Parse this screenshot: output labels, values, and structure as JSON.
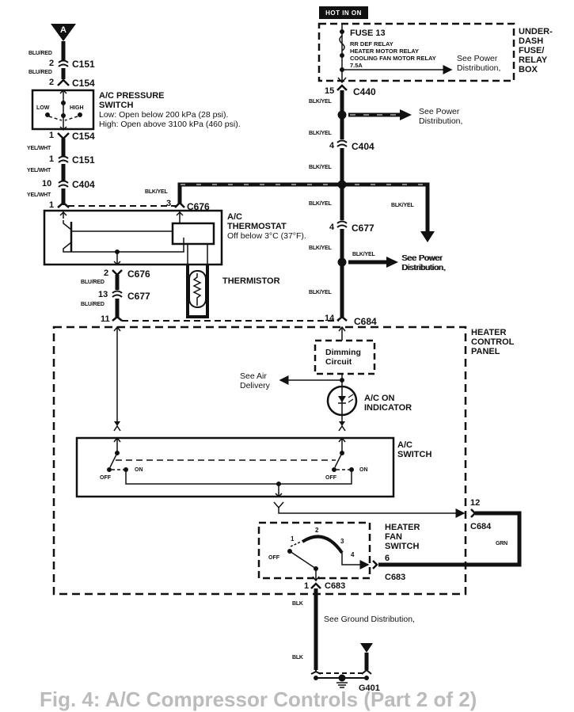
{
  "diagram": {
    "title": "A/C Compressor Control Circuit (partial)",
    "bottom_caption": "Fig. 4: A/C Compressor Controls (Part 2 of 2)",
    "colors": {
      "ink": "#111111",
      "background": "#ffffff"
    },
    "power_source": {
      "badge": "HOT IN ON"
    },
    "fuse_box": {
      "fuse": "FUSE 13",
      "fuse_loads": [
        "RR DEF RELAY",
        "HEATER MOTOR RELAY",
        "COOLING FAN MOTOR RELAY",
        "7.5A"
      ],
      "note": "See Power Distribution,",
      "name": [
        "UNDER-",
        "DASH",
        "FUSE/",
        "RELAY",
        "BOX"
      ]
    },
    "connector_a": "A",
    "left_branch": {
      "wire_blu_red": "BLU/RED",
      "wire_yel_wht": "YEL/WHT",
      "c151_top": {
        "pin": "2",
        "name": "C151"
      },
      "c154_top": {
        "pin": "2",
        "name": "C154"
      },
      "c154_bot": {
        "pin": "1",
        "name": "C154"
      },
      "c151_bot": {
        "pin": "1",
        "name": "C151"
      },
      "c404": {
        "pin": "10",
        "name": "C404"
      },
      "c676_1": {
        "pin": "1"
      },
      "c676_2": {
        "pin": "2",
        "name": "C676"
      },
      "c677_13": {
        "pin": "13",
        "name": "C677"
      },
      "c684_11": {
        "pin": "11"
      }
    },
    "pressure_switch": {
      "title": [
        "A/C PRESSURE",
        "SWITCH"
      ],
      "low_label": "LOW",
      "high_label": "HIGH",
      "spec_low": "Low: Open below 200 kPa (28 psi).",
      "spec_high": "High: Open above 3100 kPa (460 psi)."
    },
    "thermostat": {
      "title": [
        "A/C",
        "THERMOSTAT"
      ],
      "spec": "Off below 3°C (37°F).",
      "c676_3": {
        "pin": "3",
        "name": "C676"
      },
      "wire": "BLK/YEL"
    },
    "thermistor": "THERMISTOR",
    "right_branch": {
      "wire": "BLK/YEL",
      "c440": {
        "pin": "15",
        "name": "C440"
      },
      "c404": {
        "pin": "4",
        "name": "C404"
      },
      "c677": {
        "pin": "4",
        "name": "C677"
      },
      "c684": {
        "pin": "14",
        "name": "C684"
      },
      "notes": [
        "See Power Distribution,",
        "See Power Distribution,",
        "See Power Distribution,"
      ]
    },
    "heater_control_panel": {
      "name": [
        "HEATER",
        "CONTROL",
        "PANEL"
      ],
      "dimming_circuit": [
        "Dimming",
        "Circuit"
      ],
      "air_delivery_note": [
        "See Air",
        "Delivery"
      ],
      "indicator": [
        "A/C ON",
        "INDICATOR"
      ],
      "ac_switch": {
        "title": [
          "A/C",
          "SWITCH"
        ],
        "off_label": "OFF",
        "on_label": "ON"
      },
      "c684_12": {
        "pin": "12",
        "name": "C684"
      },
      "wire_grn": "GRN"
    },
    "heater_fan_switch": {
      "title": [
        "HEATER",
        "FAN",
        "SWITCH"
      ],
      "positions": [
        "OFF",
        "1",
        "2",
        "3",
        "4"
      ],
      "c683_6": {
        "pin": "6",
        "name": "C683"
      },
      "c683_1": {
        "pin": "1",
        "name": "C683"
      }
    },
    "ground": {
      "wire": "BLK",
      "note": "See Ground Distribution,",
      "name": "G401"
    }
  }
}
